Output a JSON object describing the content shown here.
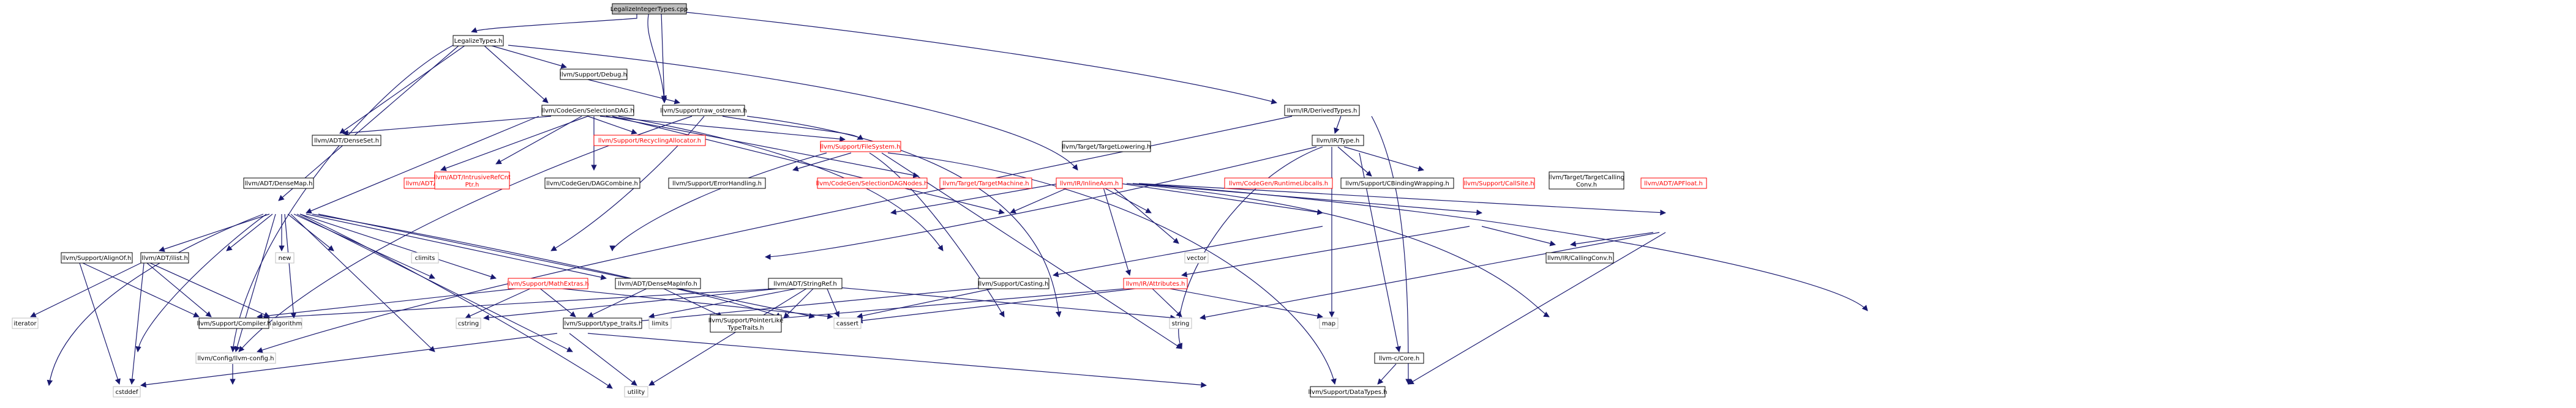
{
  "colors": {
    "edge": "#191970",
    "node_border": "#000000",
    "root_fill": "#bfbfbf",
    "node_fill": "#ffffff",
    "red_border": "#ff0000",
    "gray_border": "#bfbfbf",
    "text": "#000000",
    "red_text": "#ff0000"
  },
  "nodes": {
    "root": "LegalizeIntegerTypes.cpp",
    "legalize_types": "LegalizeTypes.h",
    "debug": "llvm/Support/Debug.h",
    "raw_ostream": "llvm/Support/raw_ostream.h",
    "derived_types": "llvm/IR/DerivedTypes.h",
    "selection_dag": "llvm/CodeGen/SelectionDAG.h",
    "dense_set": "llvm/ADT/DenseSet.h",
    "recycling_allocator": "llvm/Support/RecyclingAllocator.h",
    "file_system": "llvm/Support/FileSystem.h",
    "target_lowering": "llvm/Target/TargetLowering.h",
    "ir_type": "llvm/IR/Type.h",
    "dense_map": "llvm/ADT/DenseMap.h",
    "string_map": "llvm/ADT/StringMap.h",
    "intrusive_ref_cnt_1": "llvm/ADT/IntrusiveRefCnt",
    "intrusive_ref_cnt_2": "Ptr.h",
    "dag_combine": "llvm/CodeGen/DAGCombine.h",
    "error_handling": "llvm/Support/ErrorHandling.h",
    "selection_dag_nodes": "llvm/CodeGen/SelectionDAGNodes.h",
    "target_machine": "llvm/Target/TargetMachine.h",
    "inline_asm": "llvm/IR/InlineAsm.h",
    "runtime_libcalls": "llvm/CodeGen/RuntimeLibcalls.h",
    "cbinding_wrapping": "llvm/Support/CBindingWrapping.h",
    "call_site": "llvm/Support/CallSite.h",
    "target_calling_conv_1": "llvm/Target/TargetCalling",
    "target_calling_conv_2": "Conv.h",
    "apfloat": "llvm/ADT/APFloat.h",
    "ilist": "llvm/ADT/ilist.h",
    "align_of": "llvm/Support/AlignOf.h",
    "new": "new",
    "climits": "climits",
    "math_extras": "llvm/Support/MathExtras.h",
    "dense_map_info": "llvm/ADT/DenseMapInfo.h",
    "string_ref": "llvm/ADT/StringRef.h",
    "casting": "llvm/Support/Casting.h",
    "vector": "vector",
    "calling_conv": "llvm/IR/CallingConv.h",
    "ir_attributes": "llvm/IR/Attributes.h",
    "iterator": "iterator",
    "compiler": "llvm/Support/Compiler.h",
    "algorithm": "algorithm",
    "cstring": "cstring",
    "type_traits": "llvm/Support/type_traits.h",
    "limits": "limits",
    "cassert": "cassert",
    "pointer_like_1": "llvm/Support/PointerLike",
    "pointer_like_2": "TypeTraits.h",
    "string": "string",
    "map": "map",
    "llvm_c_core": "llvm-c/Core.h",
    "cstddef": "cstddef",
    "llvm_config": "llvm/Config/llvm-config.h",
    "utility": "utility",
    "data_types": "llvm/Support/DataTypes.h"
  }
}
